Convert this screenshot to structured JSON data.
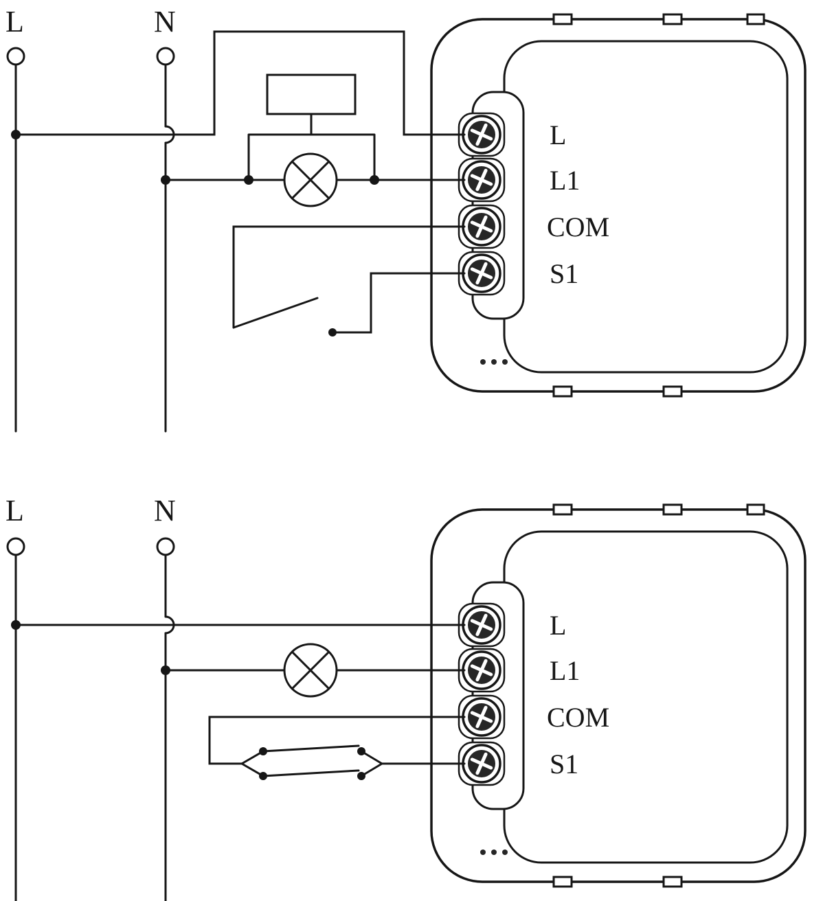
{
  "colors": {
    "line": "#161616",
    "background": "#ffffff"
  },
  "diagram_top": {
    "supply": {
      "live": "L",
      "neutral": "N"
    },
    "terminals": [
      "L",
      "L1",
      "COM",
      "S1"
    ]
  },
  "diagram_bottom": {
    "supply": {
      "live": "L",
      "neutral": "N"
    },
    "terminals": [
      "L",
      "L1",
      "COM",
      "S1"
    ]
  }
}
